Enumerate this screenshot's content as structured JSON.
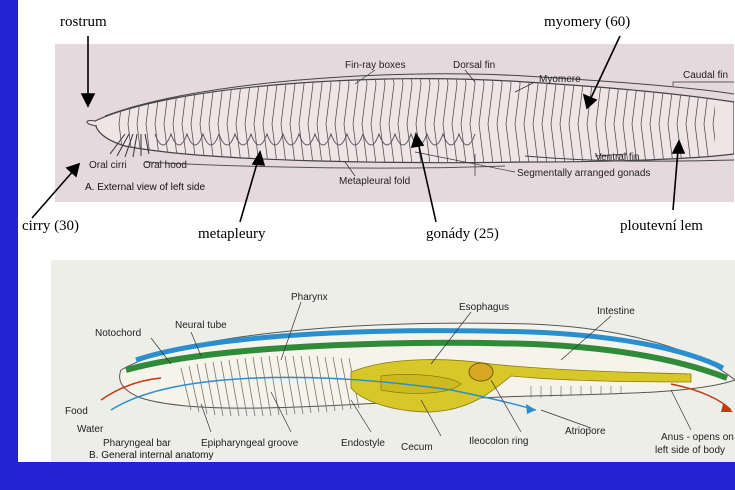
{
  "top_labels": {
    "rostrum": "rostrum",
    "myomery": "myomery (60)",
    "cirry": "cirry (30)",
    "metapleury": "metapleury",
    "gonady": "gonády (25)",
    "lem": "ploutevní lem"
  },
  "panel_a": {
    "caption": "A. External view of left side",
    "labels": {
      "fin_ray_boxes": "Fin-ray boxes",
      "dorsal_fin": "Dorsal fin",
      "myomere": "Myomere",
      "caudal_fin": "Caudal fin",
      "oral_cirri": "Oral cirri",
      "oral_hood": "Oral hood",
      "metapleural_fold": "Metapleural fold",
      "ventral_fin": "Ventral fin",
      "gonads": "Segmentally arranged gonads"
    }
  },
  "panel_b": {
    "caption": "B. General internal anatomy",
    "labels": {
      "pharynx": "Pharynx",
      "esophagus": "Esophagus",
      "intestine": "Intestine",
      "notochord": "Notochord",
      "neural_tube": "Neural tube",
      "food": "Food",
      "water": "Water",
      "pharyngeal_bar": "Pharyngeal bar",
      "epipharyngeal_groove": "Epipharyngeal groove",
      "endostyle": "Endostyle",
      "cecum": "Cecum",
      "ileocolon_ring": "Ileocolon ring",
      "atriopore": "Atriopore",
      "anus": "Anus - opens on",
      "anus2": "left side of body"
    }
  },
  "colors": {
    "background_blue": "#2323d2",
    "panel_a_bg": "#e6d9dd",
    "panel_b_bg": "#eeeee8",
    "neural_tube_blue": "#2a8fcf",
    "notochord_green": "#2f8a3a",
    "gut_yellow": "#d8c728",
    "arrow_red": "#c23a12"
  }
}
